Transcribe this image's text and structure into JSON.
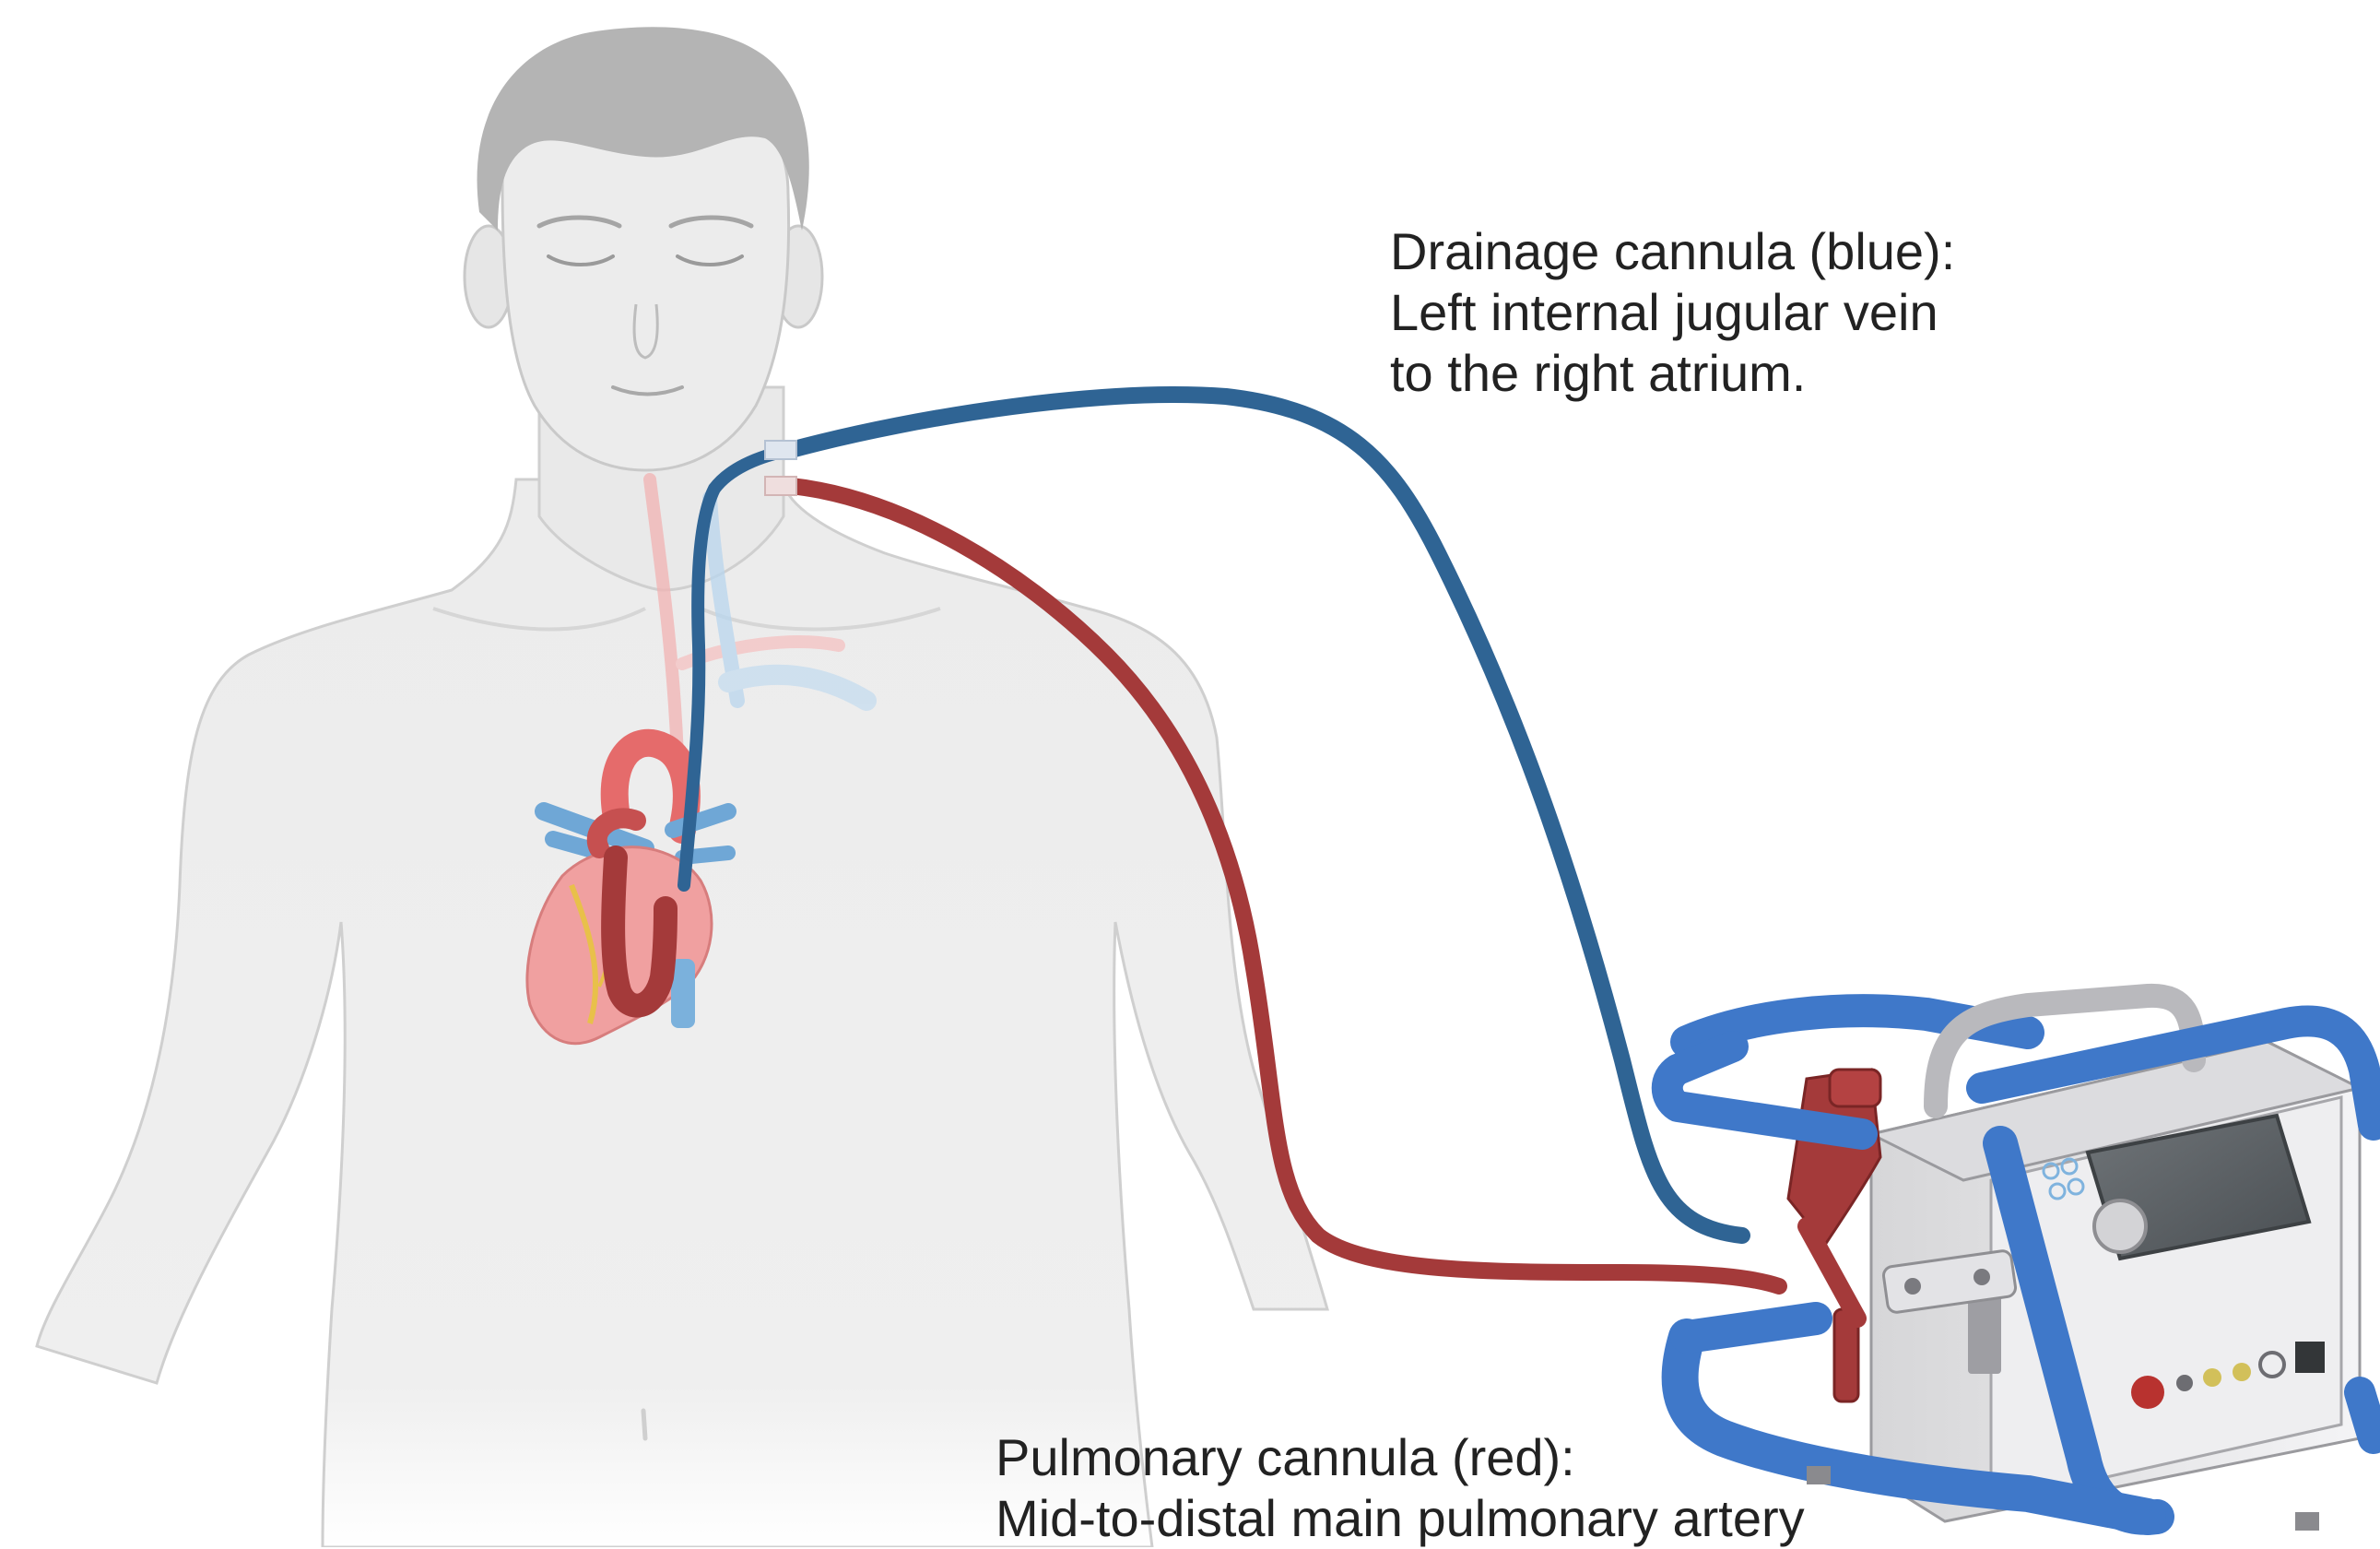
{
  "labels": {
    "drainage": {
      "line1": "Drainage cannula (blue):",
      "line2": "Left internal jugular vein",
      "line3": "to the right atrium."
    },
    "pulmonary": {
      "line1": "Pulmonary cannula (red):",
      "line2": "Mid-to-distal main pulmonary artery"
    }
  },
  "colors": {
    "drainage_cannula": "#2f6494",
    "pulmonary_cannula": "#a43a3a",
    "body": "#eeeeee",
    "hair": "#b4b4b4",
    "device_frame": "#3f78c9",
    "device_body": "#e8e8ea",
    "background": "#ffffff"
  },
  "icons": {
    "figure": "human-torso-icon",
    "heart": "heart-anatomy-icon",
    "device": "ecmo-pump-console-icon"
  }
}
